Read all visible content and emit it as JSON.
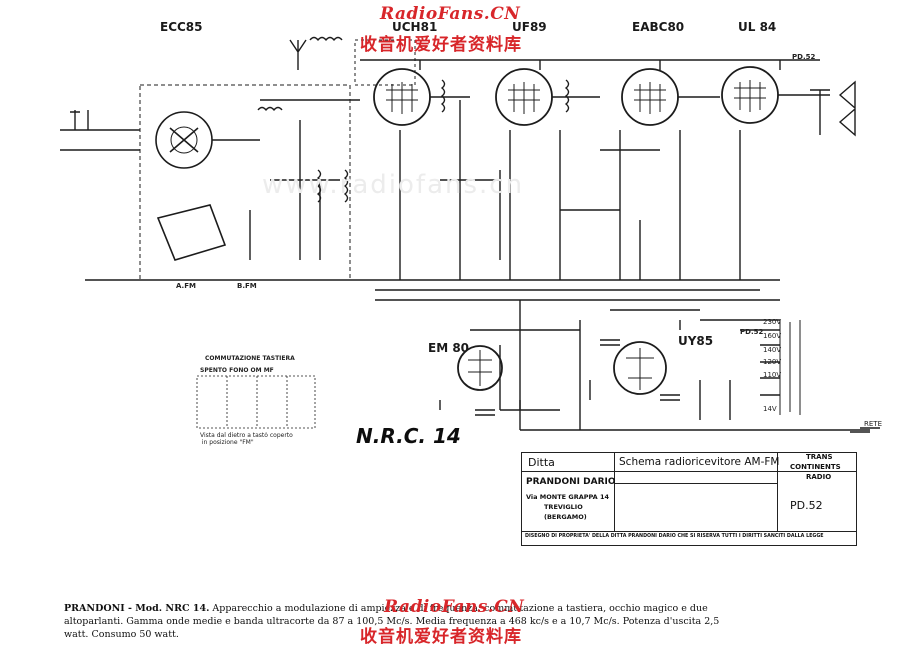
{
  "watermark_top": {
    "en": "RadioFans.CN",
    "cn": "收音机爱好者资料库"
  },
  "watermark_bottom": {
    "en": "RadioFans.CN",
    "cn": "收音机爱好者资料库"
  },
  "watermark_ghost": "www.radiofans.cn",
  "tubes": {
    "t1": "ECC85",
    "t2": "UCH81",
    "t3": "UF89",
    "t4": "EABC80",
    "t5": "UL 84",
    "t6": "EM 80",
    "t7": "UY85"
  },
  "labels": {
    "afm": "A.FM",
    "bfm": "B.FM",
    "pd52_a": "PD.52",
    "pd52_b": "PD.52",
    "model": "N.R.C. 14",
    "commutazione": "COMMUTAZIONE   TASTIERA",
    "keys": "SPENTO  FONO     OM     MF",
    "keys_note": "Vista dal dietro a tastȯ coperto\n in posizione \"FM\"",
    "v1": "230V",
    "v2": "160V",
    "v3": "140V",
    "v4": "120V",
    "v5": "110V",
    "v6": "14V",
    "rete": "RETE"
  },
  "title_block": {
    "ditta_label": "Ditta",
    "company": "PRANDONI DARIO",
    "address1": "Via  MONTE  GRAPPA  14",
    "address2": "TREVIGLIO",
    "address3": "(BERGAMO)",
    "schema": "Schema radioricevitore   AM-FM",
    "trans": "TRANS",
    "continents": "CONTINENTS",
    "radio": "RADIO",
    "code": "PD.52",
    "footer": "DISEGNO DI PROPRIETA' DELLA DITTA  PRANDONI DARIO  CHE SI RISERVA TUTTI I DIRITTI SANCITI DALLA LEGGE"
  },
  "caption": {
    "lead": "PRANDONI - Mod. NRC 14.",
    "text": " Apparecchio a modulazione di ampiezza e di frequenza; commutazione a tastiera, occhio magico e due altoparlanti. Gamma onde medie e banda ultracorte da 87 a 100,5 Mc/s. Media frequenza a 468 kc/s e a 10,7 Mc/s. Potenza d'uscita 2,5 watt. Consumo 50 watt."
  }
}
